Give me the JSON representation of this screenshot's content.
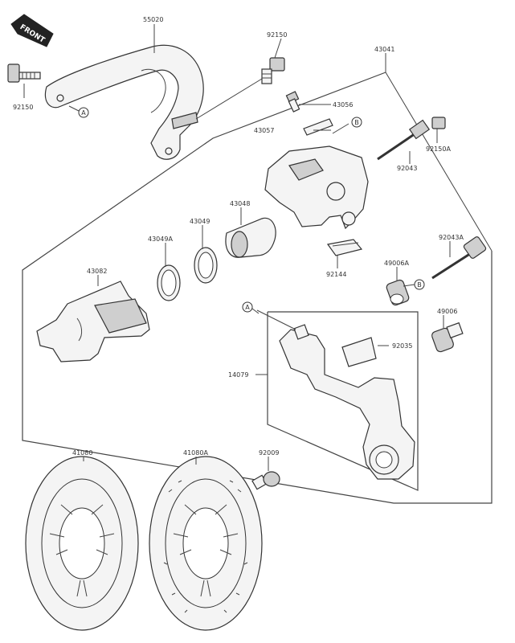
{
  "front_label": "FRONT",
  "labels": {
    "p55020": "55020",
    "p92150_top": "92150",
    "p92150_left": "92150",
    "p43041": "43041",
    "p43056": "43056",
    "p43057": "43057",
    "p92150A": "92150A",
    "p92043": "92043",
    "p43048": "43048",
    "p43049": "43049",
    "p43049A": "43049A",
    "p43082": "43082",
    "p92043A": "92043A",
    "p92144": "92144",
    "p49006A": "49006A",
    "p49006": "49006",
    "p92035": "92035",
    "p14079": "14079",
    "p41080": "41080",
    "p41080A": "41080A",
    "p92009": "92009"
  },
  "callouts": {
    "a": "A",
    "b": "B"
  }
}
